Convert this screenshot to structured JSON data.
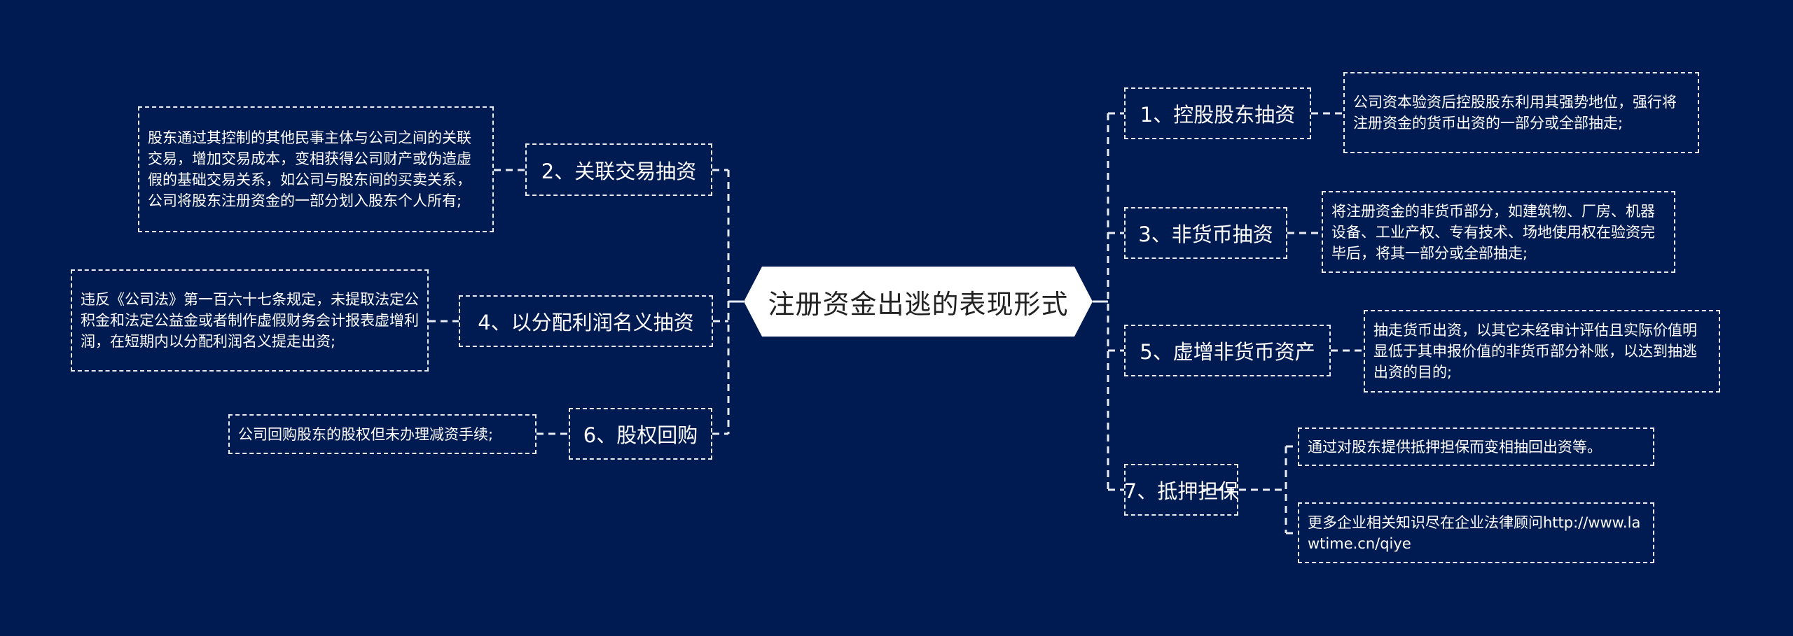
{
  "central": {
    "title": "注册资金出逃的表现形式"
  },
  "colors": {
    "background": "#001a52",
    "line": "#e8ecf5",
    "central_bg": "#ffffff",
    "central_text": "#222222"
  },
  "left": [
    {
      "label": "2、关联交易抽资",
      "detail": "股东通过其控制的其他民事主体与公司之间的关联交易，增加交易成本，变相获得公司财产或伪造虚假的基础交易关系，如公司与股东间的买卖关系，公司将股东注册资金的一部分划入股东个人所有;"
    },
    {
      "label": "4、以分配利润名义抽资",
      "detail": "违反《公司法》第一百六十七条规定，未提取法定公积金和法定公益金或者制作虚假财务会计报表虚增利润，在短期内以分配利润名义提走出资;"
    },
    {
      "label": "6、股权回购",
      "detail": "公司回购股东的股权但未办理减资手续;"
    }
  ],
  "right": [
    {
      "label": "1、控股股东抽资",
      "details": [
        "公司资本验资后控股股东利用其强势地位，强行将注册资金的货币出资的一部分或全部抽走;"
      ]
    },
    {
      "label": "3、非货币抽资",
      "details": [
        "将注册资金的非货币部分，如建筑物、厂房、机器设备、工业产权、专有技术、场地使用权在验资完毕后，将其一部分或全部抽走;"
      ]
    },
    {
      "label": "5、虚增非货币资产",
      "details": [
        "抽走货币出资，以其它未经审计评估且实际价值明显低于其申报价值的非货币部分补账，以达到抽逃出资的目的;"
      ]
    },
    {
      "label": "7、抵押担保",
      "details": [
        "通过对股东提供抵押担保而变相抽回出资等。",
        "更多企业相关知识尽在企业法律顾问http://www.lawtime.cn/qiye"
      ]
    }
  ]
}
